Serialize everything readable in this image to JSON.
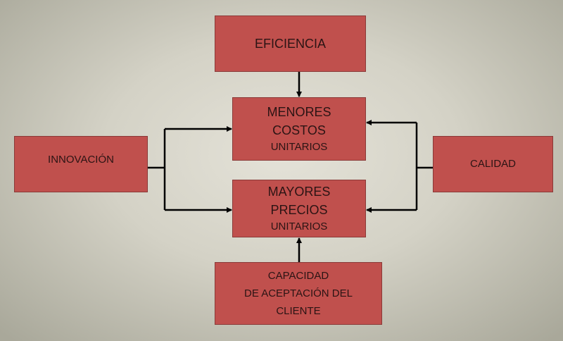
{
  "nodes": {
    "eficiencia": [
      "EFICIENCIA"
    ],
    "menores": [
      "MENORES",
      "COSTOS",
      "UNITARIOS"
    ],
    "mayores": [
      "MAYORES",
      "PRECIOS",
      "UNITARIOS"
    ],
    "innovacion": [
      "INNOVACIÓN"
    ],
    "calidad": [
      "CALIDAD"
    ],
    "capacidad": [
      "CAPACIDAD",
      "DE ACEPTACIÓN DEL",
      "CLIENTE"
    ]
  },
  "colors": {
    "box": "#c0504d",
    "line": "#000000"
  }
}
